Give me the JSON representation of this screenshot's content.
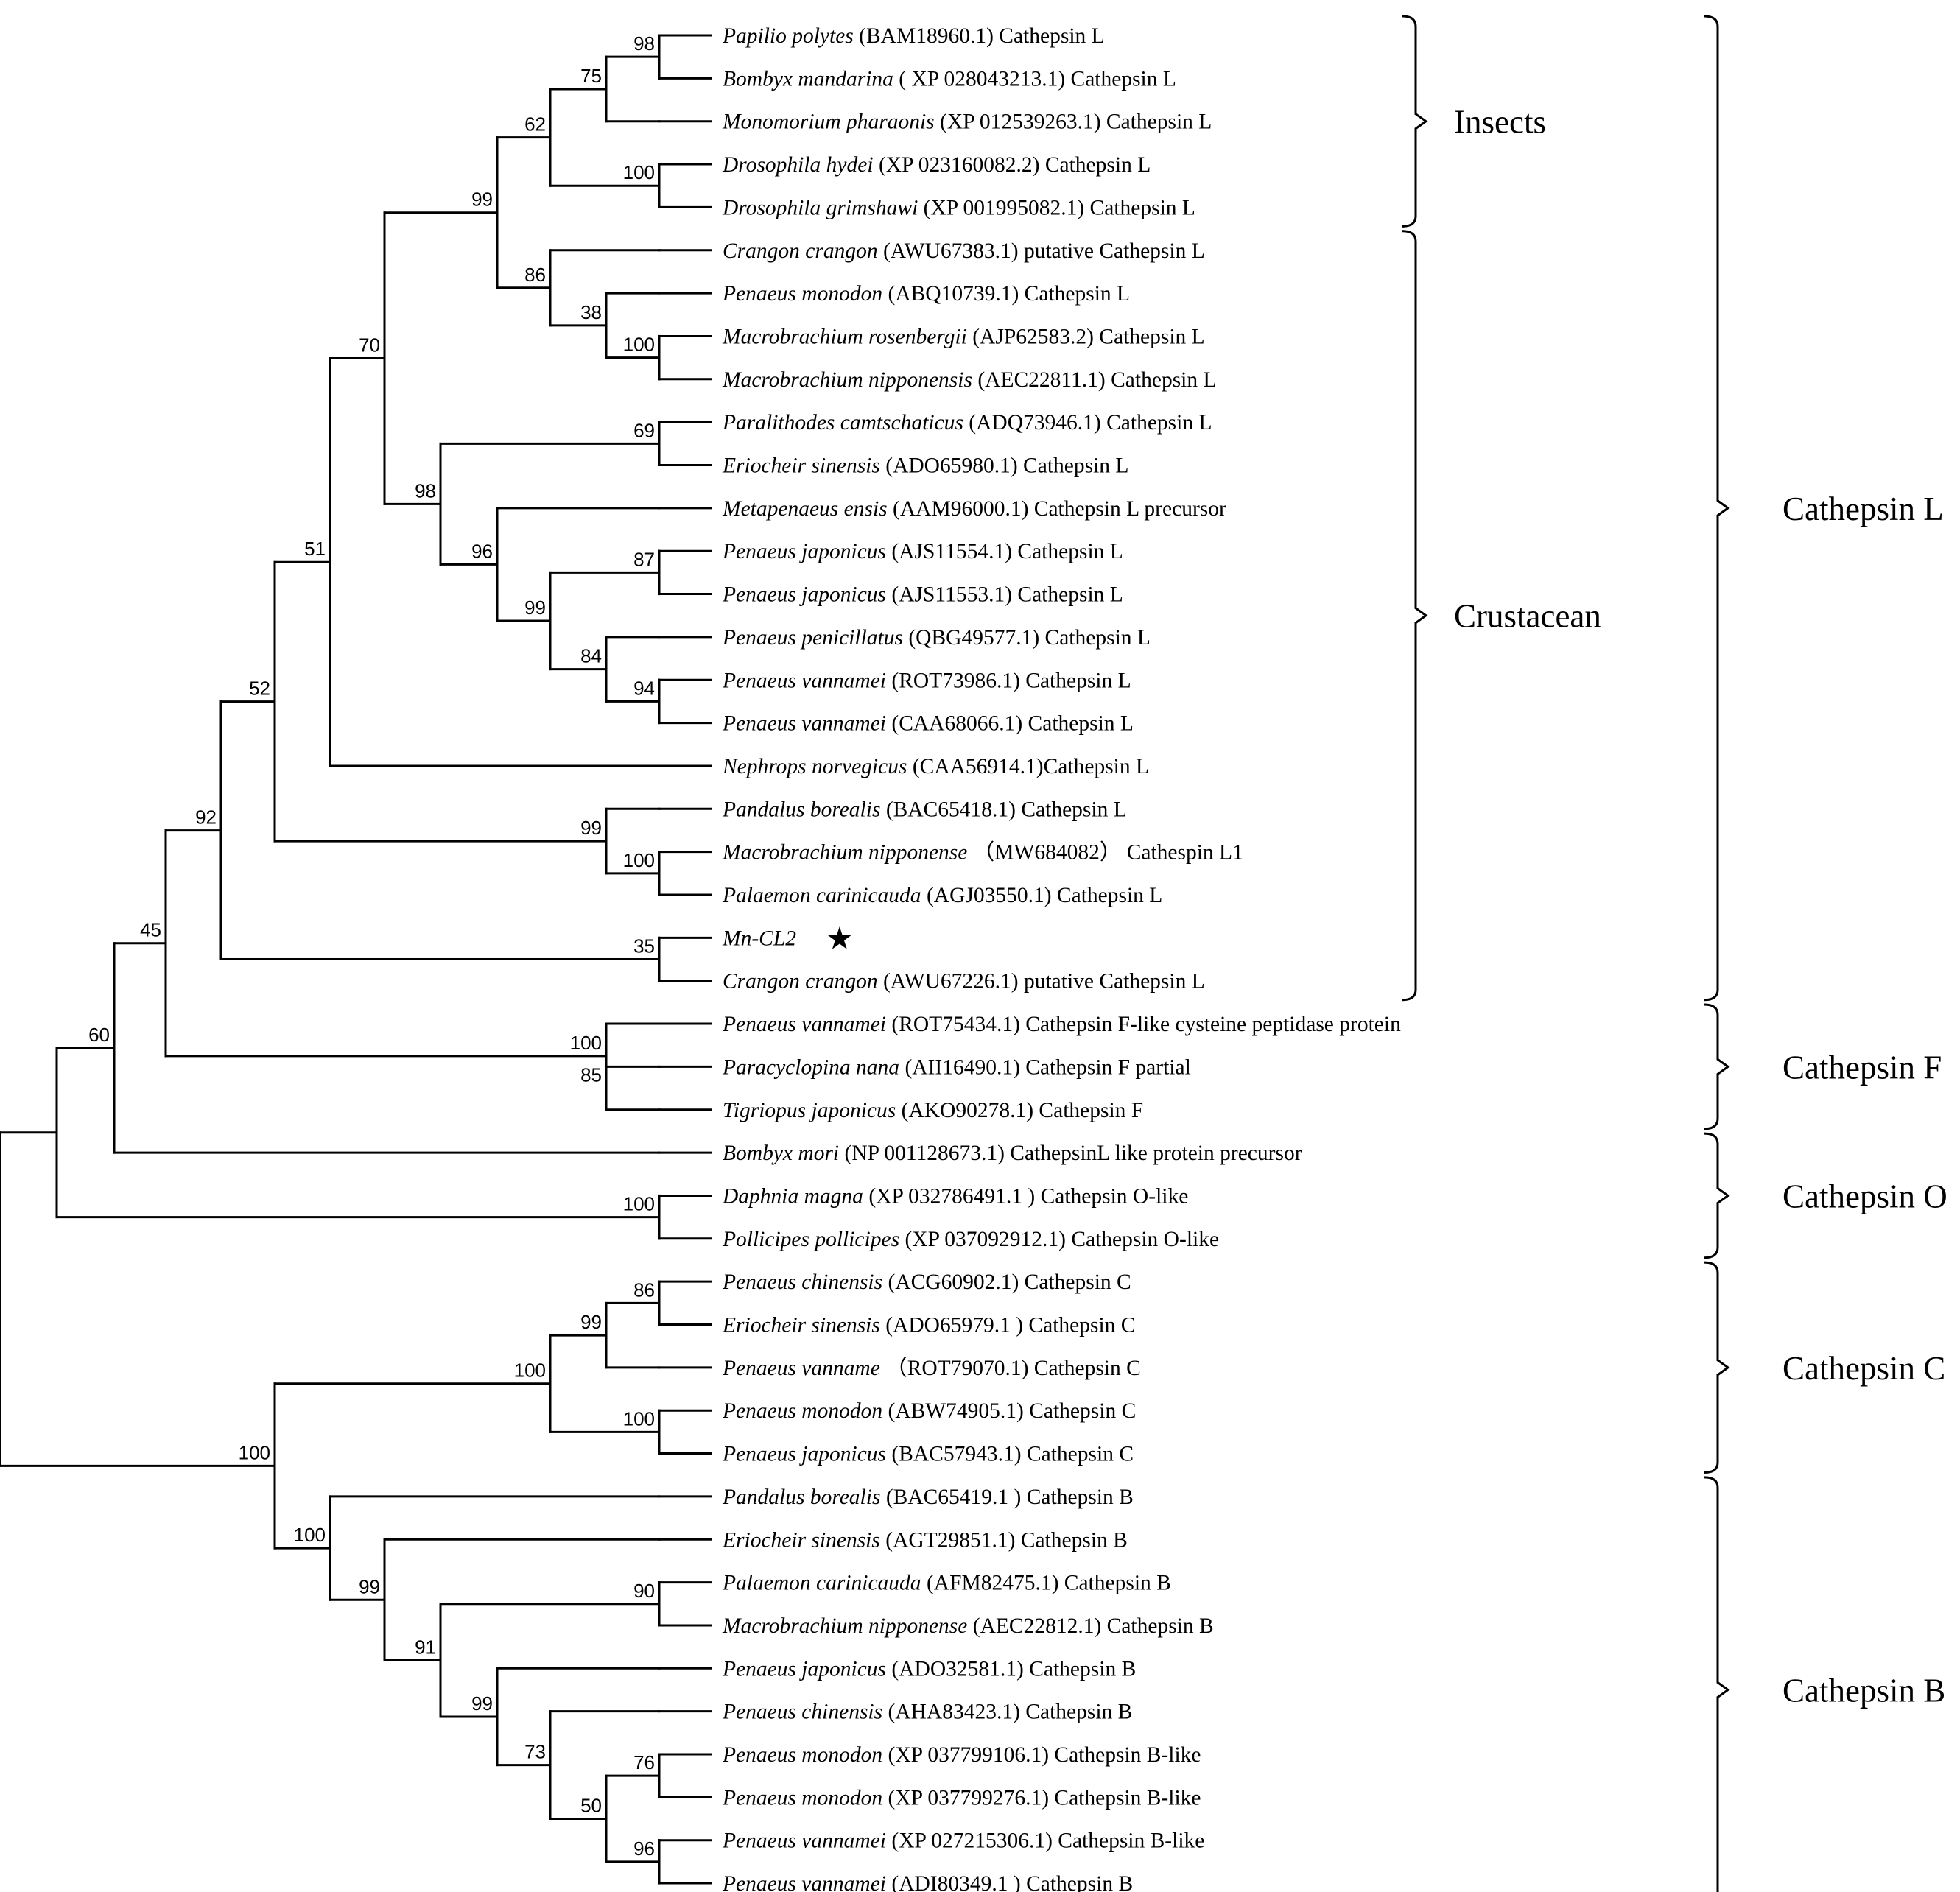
{
  "tree": {
    "leaves": [
      {
        "species": "Papilio polytes",
        "rest": " (BAM18960.1) Cathepsin L"
      },
      {
        "species": "Bombyx mandarina",
        "rest": " ( XP 028043213.1) Cathepsin L"
      },
      {
        "species": "Monomorium pharaonis",
        "rest": " (XP 012539263.1) Cathepsin L"
      },
      {
        "species": "Drosophila hydei",
        "rest": " (XP 023160082.2) Cathepsin L"
      },
      {
        "species": "Drosophila grimshawi",
        "rest": " (XP 001995082.1) Cathepsin L"
      },
      {
        "species": "Crangon crangon",
        "rest": " (AWU67383.1) putative Cathepsin L"
      },
      {
        "species": "Penaeus monodon",
        "rest": " (ABQ10739.1) Cathepsin L"
      },
      {
        "species": "Macrobrachium rosenbergii",
        "rest": " (AJP62583.2) Cathepsin L"
      },
      {
        "species": "Macrobrachium nipponensis",
        "rest": " (AEC22811.1) Cathepsin L"
      },
      {
        "species": "Paralithodes camtschaticus",
        "rest": " (ADQ73946.1) Cathepsin L"
      },
      {
        "species": "Eriocheir sinensis",
        "rest": " (ADO65980.1) Cathepsin L"
      },
      {
        "species": "Metapenaeus ensis",
        "rest": " (AAM96000.1) Cathepsin L precursor"
      },
      {
        "species": "Penaeus japonicus",
        "rest": " (AJS11554.1) Cathepsin L"
      },
      {
        "species": "Penaeus japonicus",
        "rest": " (AJS11553.1) Cathepsin L"
      },
      {
        "species": "Penaeus penicillatus",
        "rest": " (QBG49577.1) Cathepsin L"
      },
      {
        "species": "Penaeus vannamei",
        "rest": " (ROT73986.1) Cathepsin L"
      },
      {
        "species": "Penaeus vannamei",
        "rest": " (CAA68066.1) Cathepsin L"
      },
      {
        "species": "Nephrops norvegicus",
        "rest": " (CAA56914.1)Cathepsin L"
      },
      {
        "species": "Pandalus borealis",
        "rest": " (BAC65418.1) Cathepsin L"
      },
      {
        "species": "Macrobrachium nipponense",
        "rest": " （MW684082） Cathespin L1"
      },
      {
        "species": "Palaemon carinicauda",
        "rest": " (AGJ03550.1) Cathepsin L"
      },
      {
        "species": "Mn-CL2",
        "rest": ""
      },
      {
        "species": "Crangon crangon",
        "rest": " (AWU67226.1) putative Cathepsin L"
      },
      {
        "species": "Penaeus vannamei",
        "rest": " (ROT75434.1) Cathepsin F-like cysteine peptidase protein"
      },
      {
        "species": "Paracyclopina nana",
        "rest": " (AII16490.1) Cathepsin F partial"
      },
      {
        "species": "Tigriopus japonicus",
        "rest": " (AKO90278.1) Cathepsin F"
      },
      {
        "species": "Bombyx mori",
        "rest": " (NP 001128673.1) CathepsinL like protein precursor"
      },
      {
        "species": "Daphnia magna",
        "rest": " (XP 032786491.1 ) Cathepsin O-like"
      },
      {
        "species": "Pollicipes pollicipes",
        "rest": " (XP 037092912.1) Cathepsin O-like"
      },
      {
        "species": "Penaeus chinensis",
        "rest": " (ACG60902.1) Cathepsin C"
      },
      {
        "species": "Eriocheir sinensis",
        "rest": " (ADO65979.1 ) Cathepsin C"
      },
      {
        "species": "Penaeus vanname",
        "rest": " （ROT79070.1)   Cathepsin C"
      },
      {
        "species": "Penaeus monodon",
        "rest": " (ABW74905.1) Cathepsin C"
      },
      {
        "species": "Penaeus japonicus",
        "rest": " (BAC57943.1) Cathepsin C"
      },
      {
        "species": "Pandalus borealis",
        "rest": " (BAC65419.1 ) Cathepsin B"
      },
      {
        "species": "Eriocheir sinensis",
        "rest": " (AGT29851.1) Cathepsin B"
      },
      {
        "species": "Palaemon carinicauda",
        "rest": " (AFM82475.1) Cathepsin B"
      },
      {
        "species": "Macrobrachium nipponense",
        "rest": " (AEC22812.1) Cathepsin B"
      },
      {
        "species": "Penaeus japonicus",
        "rest": " (ADO32581.1) Cathepsin B"
      },
      {
        "species": "Penaeus chinensis",
        "rest": " (AHA83423.1) Cathepsin B"
      },
      {
        "species": "Penaeus monodon",
        "rest": " (XP 037799106.1) Cathepsin B-like"
      },
      {
        "species": "Penaeus monodon",
        "rest": " (XP 037799276.1) Cathepsin B-like"
      },
      {
        "species": "Penaeus vannamei",
        "rest": " (XP 027215306.1) Cathepsin B-like"
      },
      {
        "species": "Penaeus vannamei",
        "rest": " (ADI80349.1 ) Cathepsin B"
      }
    ],
    "nodes": [
      {
        "id": "n1",
        "children": [
          0,
          1
        ],
        "support": "98"
      },
      {
        "id": "n2",
        "children": [
          "n1",
          2
        ],
        "support": "75"
      },
      {
        "id": "n3",
        "children": [
          3,
          4
        ],
        "support": "100"
      },
      {
        "id": "n4",
        "children": [
          "n2",
          "n3"
        ],
        "support": "62"
      },
      {
        "id": "n5",
        "children": [
          7,
          8
        ],
        "support": "100"
      },
      {
        "id": "n6",
        "children": [
          6,
          "n5"
        ],
        "support": "38"
      },
      {
        "id": "n7",
        "children": [
          5,
          "n6"
        ],
        "support": "86"
      },
      {
        "id": "n8",
        "children": [
          "n4",
          "n7"
        ],
        "support": "99"
      },
      {
        "id": "n9",
        "children": [
          9,
          10
        ],
        "support": "69"
      },
      {
        "id": "n10",
        "children": [
          12,
          13
        ],
        "support": "87"
      },
      {
        "id": "n11",
        "children": [
          15,
          16
        ],
        "support": "94"
      },
      {
        "id": "n12",
        "children": [
          14,
          "n11"
        ],
        "support": "84"
      },
      {
        "id": "n13",
        "children": [
          "n10",
          "n12"
        ],
        "support": "99"
      },
      {
        "id": "n14",
        "children": [
          11,
          "n13"
        ],
        "support": "96"
      },
      {
        "id": "n15",
        "children": [
          "n9",
          "n14"
        ],
        "support": "98"
      },
      {
        "id": "n16",
        "children": [
          "n8",
          "n15"
        ],
        "support": "70"
      },
      {
        "id": "n17",
        "children": [
          "n16",
          17
        ],
        "support": "51"
      },
      {
        "id": "n18",
        "children": [
          19,
          20
        ],
        "support": "100"
      },
      {
        "id": "n19",
        "children": [
          18,
          "n18"
        ],
        "support": "99"
      },
      {
        "id": "n20",
        "children": [
          "n17",
          "n19"
        ],
        "support": "52"
      },
      {
        "id": "n21",
        "children": [
          21,
          22
        ],
        "support": "35"
      },
      {
        "id": "n22",
        "children": [
          "n20",
          "n21"
        ],
        "support": "92"
      },
      {
        "id": "n23",
        "children": [
          24,
          25
        ],
        "support": "85"
      },
      {
        "id": "n24",
        "children": [
          23,
          "n23"
        ],
        "support": "100"
      },
      {
        "id": "n25",
        "children": [
          "n22",
          "n24"
        ],
        "support": "45"
      },
      {
        "id": "n26",
        "children": [
          "n25",
          26
        ],
        "support": "60"
      },
      {
        "id": "n27",
        "children": [
          27,
          28
        ],
        "support": "100"
      },
      {
        "id": "n28",
        "children": [
          "n26",
          "n27"
        ],
        "support": ""
      },
      {
        "id": "n29",
        "children": [
          29,
          30
        ],
        "support": "86"
      },
      {
        "id": "n30",
        "children": [
          "n29",
          31
        ],
        "support": "99"
      },
      {
        "id": "n31",
        "children": [
          32,
          33
        ],
        "support": "100"
      },
      {
        "id": "n32",
        "children": [
          "n30",
          "n31"
        ],
        "support": "100"
      },
      {
        "id": "n33",
        "children": [
          36,
          37
        ],
        "support": "90"
      },
      {
        "id": "n34",
        "children": [
          40,
          41
        ],
        "support": "76"
      },
      {
        "id": "n35",
        "children": [
          42,
          43
        ],
        "support": "96"
      },
      {
        "id": "n36",
        "children": [
          "n34",
          "n35"
        ],
        "support": "50"
      },
      {
        "id": "n37",
        "children": [
          39,
          "n36"
        ],
        "support": "73"
      },
      {
        "id": "n38",
        "children": [
          38,
          "n37"
        ],
        "support": "99"
      },
      {
        "id": "n39",
        "children": [
          "n33",
          "n38"
        ],
        "support": "91"
      },
      {
        "id": "n40",
        "children": [
          35,
          "n39"
        ],
        "support": "99"
      },
      {
        "id": "n41",
        "children": [
          34,
          "n40"
        ],
        "support": "100"
      },
      {
        "id": "n42",
        "children": [
          "n32",
          "n41"
        ],
        "support": "100"
      },
      {
        "id": "root",
        "children": [
          "n28",
          "n42"
        ],
        "support": ""
      }
    ],
    "star_leaf": 21,
    "star_symbol": "★"
  },
  "groups": [
    {
      "label": "Insects",
      "from": 0,
      "to": 4,
      "level": 1
    },
    {
      "label": "Crustacean",
      "from": 5,
      "to": 22,
      "level": 1
    },
    {
      "label": "Cathepsin L",
      "from": 0,
      "to": 22,
      "level": 2
    },
    {
      "label": "Cathepsin F",
      "from": 23,
      "to": 25,
      "level": 2
    },
    {
      "label": "Cathepsin O",
      "from": 26,
      "to": 28,
      "level": 2
    },
    {
      "label": "Cathepsin C",
      "from": 29,
      "to": 33,
      "level": 2
    },
    {
      "label": "Cathepsin B",
      "from": 34,
      "to": 43,
      "level": 2
    }
  ]
}
